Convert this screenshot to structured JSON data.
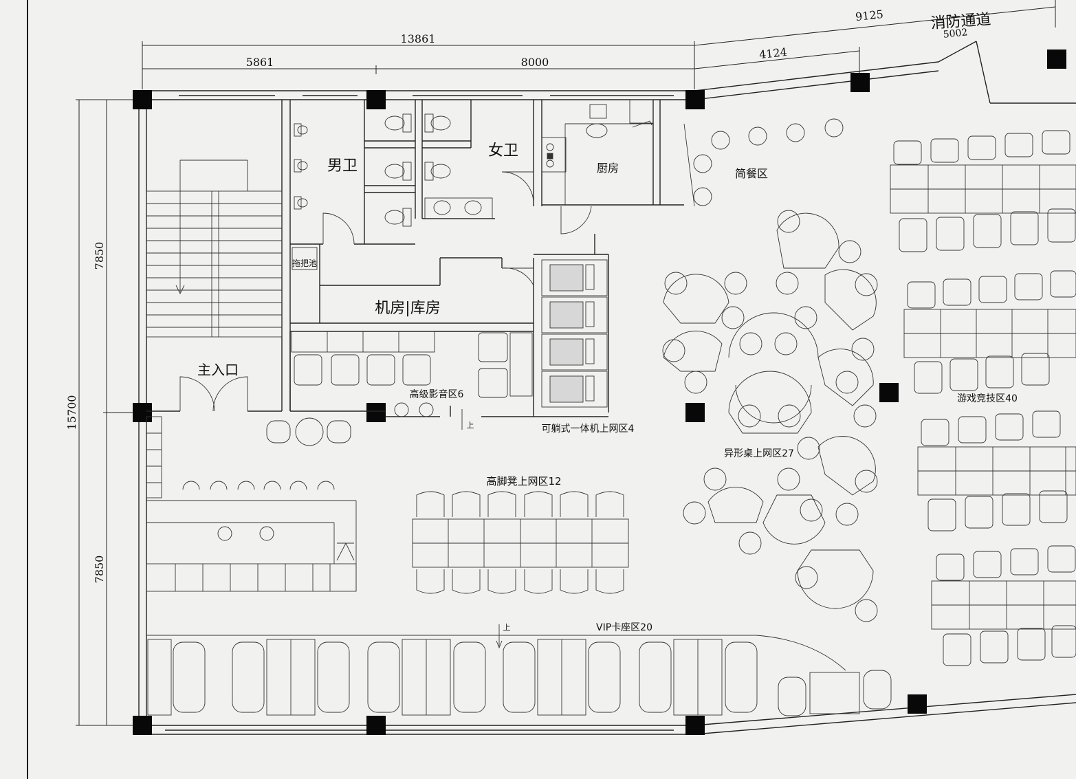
{
  "dimensions": {
    "top_total": "13861",
    "top_left": "5861",
    "top_right": "8000",
    "left_upper": "7850",
    "left_total": "15700",
    "left_lower": "7850",
    "right_total": "9125",
    "right_part": "4124",
    "right_small": "5002"
  },
  "labels": {
    "fire_passage": "消防通道",
    "mens_wc": "男卫",
    "womens_wc": "女卫",
    "kitchen": "厨房",
    "snack_area": "简餐区",
    "mop_sink": "拖把池",
    "server_storage": "机房|库房",
    "main_entrance": "主入口",
    "cinema_zone": "高级影音区6",
    "recliner_zone": "可躺式一体机上网区4",
    "shaped_desk_zone": "异形桌上网区27",
    "esports_zone": "游戏竞技区40",
    "high_stool_zone": "高脚凳上网区12",
    "vip_zone": "VIP卡座区20",
    "stair_up_1": "上",
    "stair_up_2": "上"
  }
}
